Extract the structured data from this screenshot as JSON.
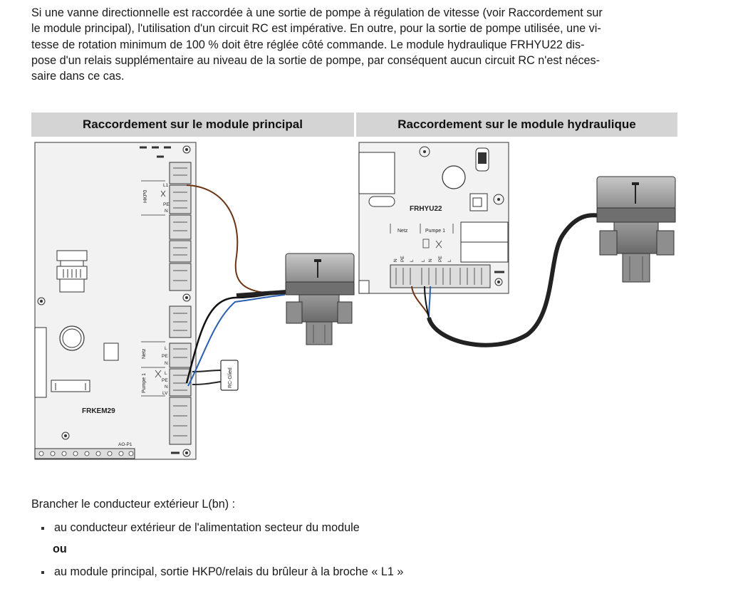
{
  "intro_lines": [
    "Si une vanne directionnelle est raccordée à une sortie de pompe à régulation de vitesse (voir Raccordement sur",
    "le module principal), l'utilisation d'un circuit RC est impérative. En outre, pour la sortie de pompe utilisée, une vi-",
    "tesse de rotation minimum de 100 % doit être réglée côté commande. Le module hydraulique FRHYU22 dis-",
    "pose d'un relais supplémentaire au niveau de la sortie de pompe, par conséquent aucun circuit RC n'est néces-",
    "saire dans ce cas."
  ],
  "headers": {
    "left": "Raccordement sur le module principal",
    "right": "Raccordement sur le module hydraulique"
  },
  "left_board": {
    "name": "FRKEM29",
    "hkp0": "HKP0",
    "hkp0_pins": [
      "L1",
      "PE",
      "N"
    ],
    "netz": "Netz",
    "netz_pins": [
      "L",
      "PE",
      "N"
    ],
    "pumpe": "Pumpe 1",
    "pumpe_pins": [
      "L",
      "PE",
      "N",
      "LV"
    ],
    "rc": "RC-Glied",
    "ao": "AO-P1"
  },
  "right_board": {
    "name": "FRHYU22",
    "netz": "Netz",
    "pumpe": "Pumpe 1",
    "netz_pins": [
      "N",
      "PE",
      "L"
    ],
    "pumpe_pins": [
      "L",
      "N",
      "PE",
      "L"
    ]
  },
  "outro": "Brancher le conducteur extérieur L(bn) :",
  "bullets": [
    "au conducteur extérieur de l'alimentation secteur du module",
    "au module principal, sortie HKP0/relais du brûleur à la broche « L1 »"
  ],
  "or_word": "ou"
}
